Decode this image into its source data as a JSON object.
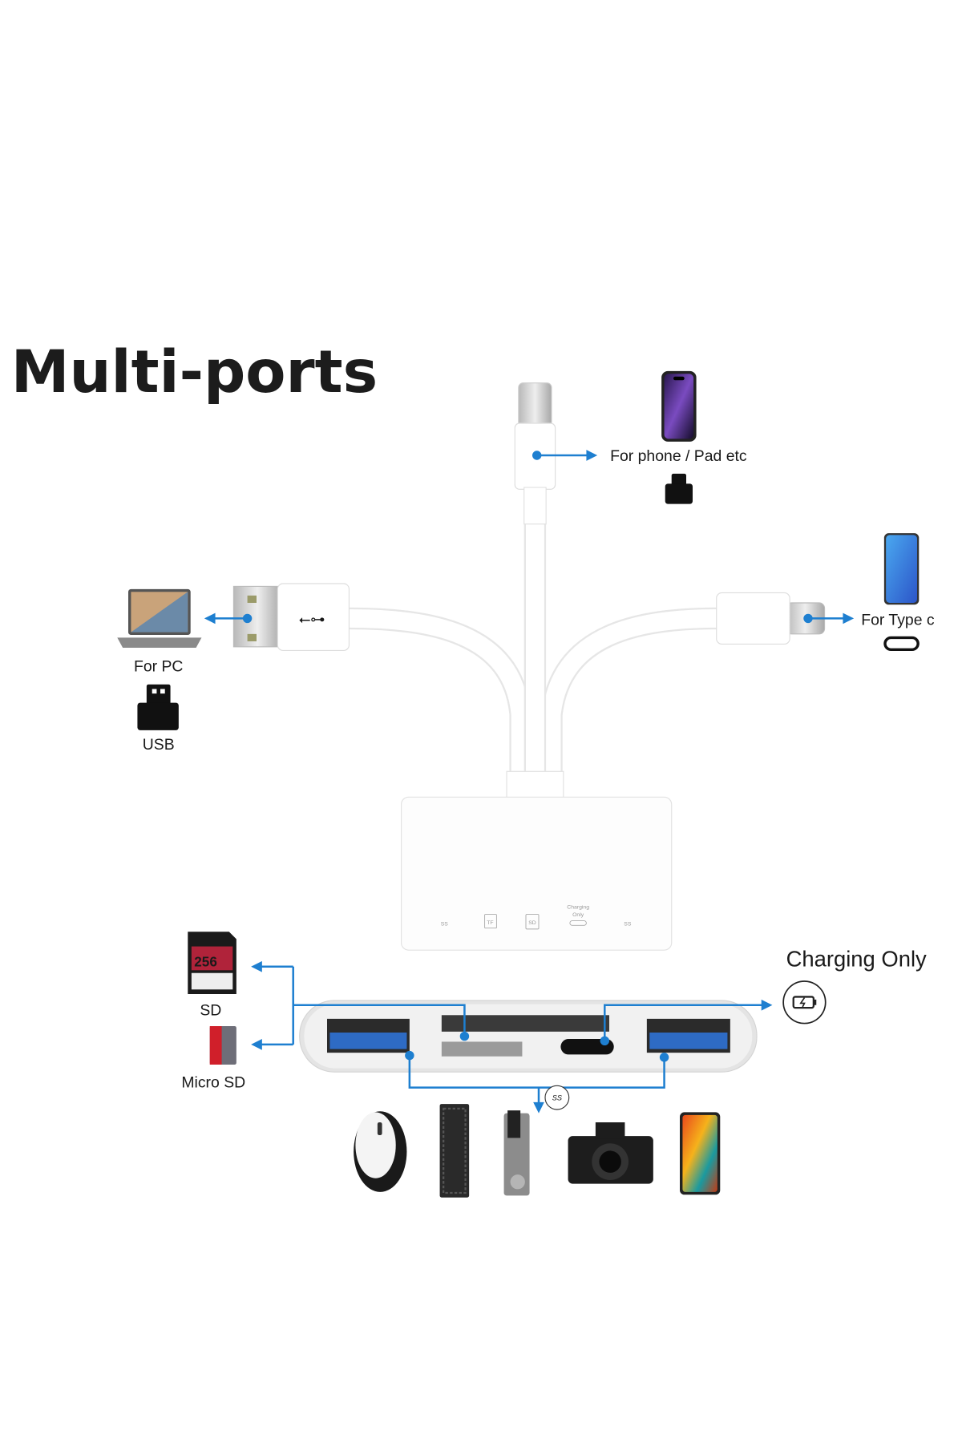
{
  "title": "Multi-ports",
  "callouts": {
    "lightning": "For phone / Pad etc",
    "typec": "For Type c",
    "pc": "For PC",
    "usb": "USB",
    "sd": "SD",
    "microsd": "Micro SD",
    "charging": "Charging Only"
  },
  "hub_labels": {
    "usb_left": "SS",
    "tf": "TF",
    "sd": "SD",
    "charging_line1": "Charging",
    "charging_line2": "Only",
    "usb_right": "SS"
  },
  "sd_card_logo": "256GB",
  "ss_badge": "SS",
  "accent_color": "#1e7fd0"
}
